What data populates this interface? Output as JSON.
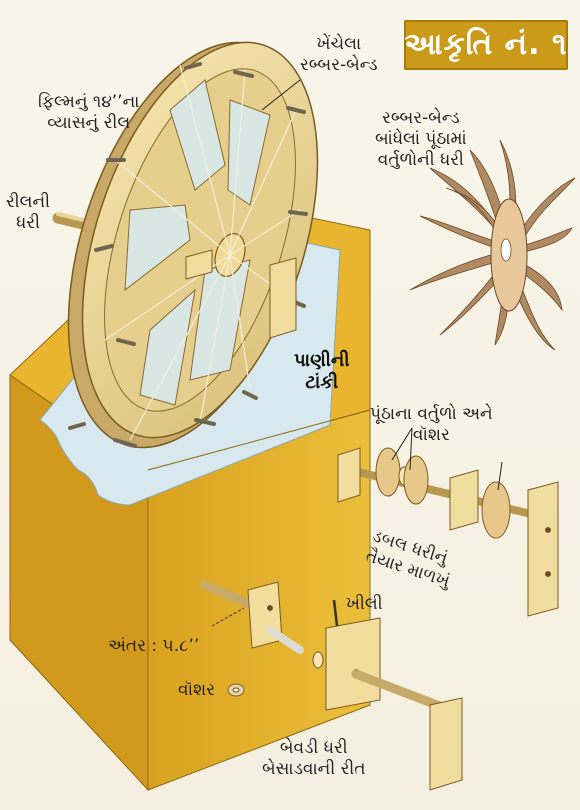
{
  "title": "આકૃતિ નં. ૧",
  "labels": {
    "stretched_band_l1": "ખેંચેલા",
    "stretched_band_l2": "રબ્બર-બેન્ડ",
    "reel_l1": "ફિલ્મનું ૧૪’’ના",
    "reel_l2": "વ્યાસનું રીલ",
    "reel_axle_l1": "રીલની",
    "reel_axle_l2": "ધરી",
    "band_axle_l1": "રબ્બર-બેન્ડ",
    "band_axle_l2": "બાંધેલાં પૂંઠામાં",
    "band_axle_l3": "વર્તુળોની ધરી",
    "water_tank_l1": "પાણીની",
    "water_tank_l2": "ટાંકી",
    "discs_l1": "પૂંઠાના વર્તુળો અને",
    "discs_l2": "વૉશર",
    "double_axle_l1": "ડબલ ધરીનું",
    "double_axle_l2": "તૈયાર માળખું",
    "nail": "ખીલી",
    "gap": "અંતર : ૫.૮’’",
    "washer": "વૉશર",
    "method_l1": "બેવડી ધરી",
    "method_l2": "બેસાડવાની રીત"
  },
  "colors": {
    "tank": "#e6b52a",
    "tank_dark": "#c8921a",
    "wood": "#f1dd9e",
    "wood_dark": "#c8a968",
    "water": "#cfe3ea",
    "title_bg": "#cc9a19",
    "spoke_hole": "#cfd6c8"
  }
}
